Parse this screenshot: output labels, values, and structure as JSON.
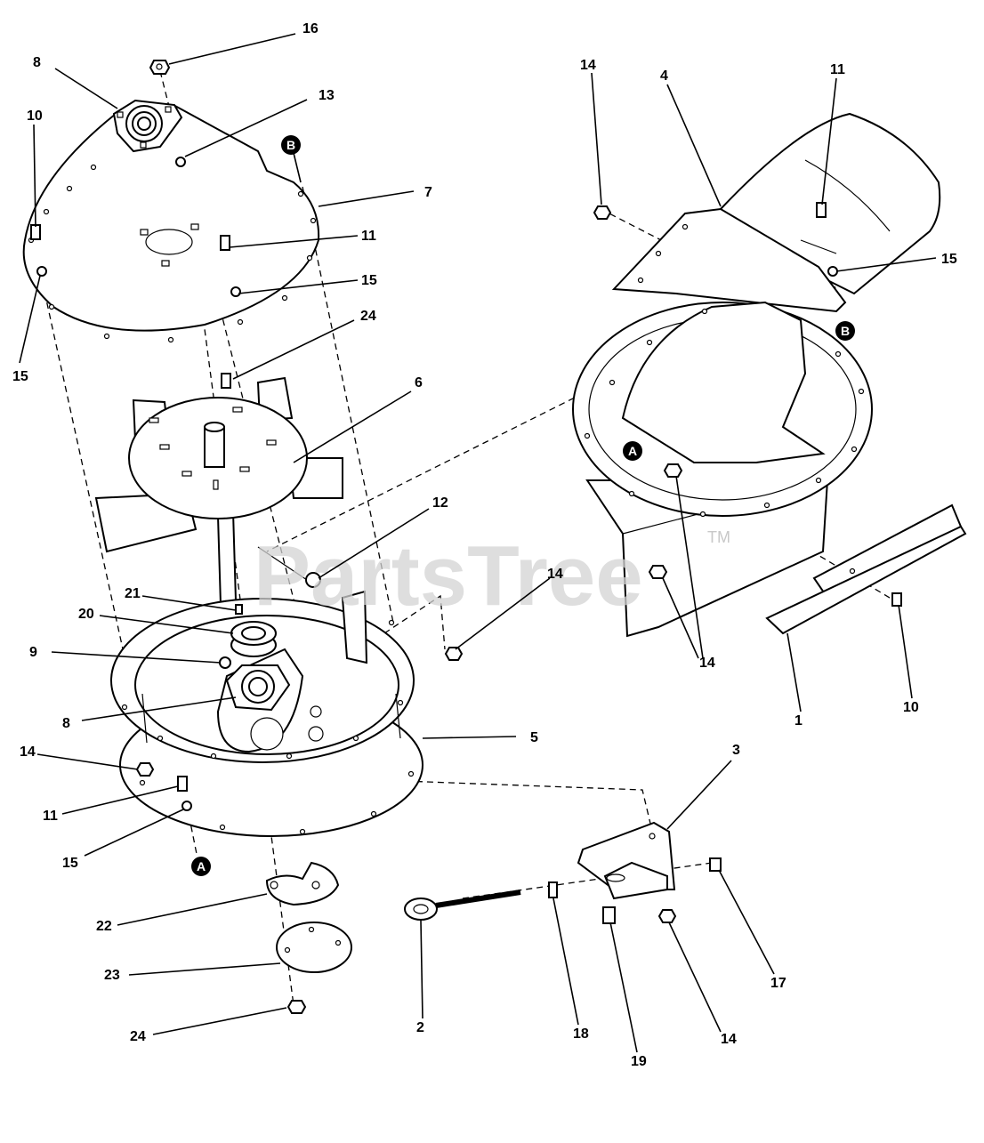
{
  "watermark": {
    "text": "PartsTree",
    "tm": "TM"
  },
  "reference_points": [
    "A",
    "B"
  ],
  "callouts": {
    "c16": "16",
    "c8a": "8",
    "c13": "13",
    "c10a": "10",
    "cB1": "B",
    "c7": "7",
    "c11a": "11",
    "c15a": "15",
    "c15b": "15",
    "c24a": "24",
    "c6": "6",
    "c12": "12",
    "c21": "21",
    "c20": "20",
    "c9": "9",
    "c8b": "8",
    "c14a": "14",
    "c14b": "14",
    "c11b": "11",
    "c15c": "15",
    "cA1": "A",
    "c5": "5",
    "c22": "22",
    "c23": "23",
    "c24b": "24",
    "c2": "2",
    "c18": "18",
    "c19": "19",
    "c14c": "14",
    "c17": "17",
    "c3": "3",
    "c14d": "14",
    "c4": "4",
    "c11c": "11",
    "c15d": "15",
    "cB2": "B",
    "cA2": "A",
    "c14e": "14",
    "c1": "1",
    "c10b": "10"
  }
}
